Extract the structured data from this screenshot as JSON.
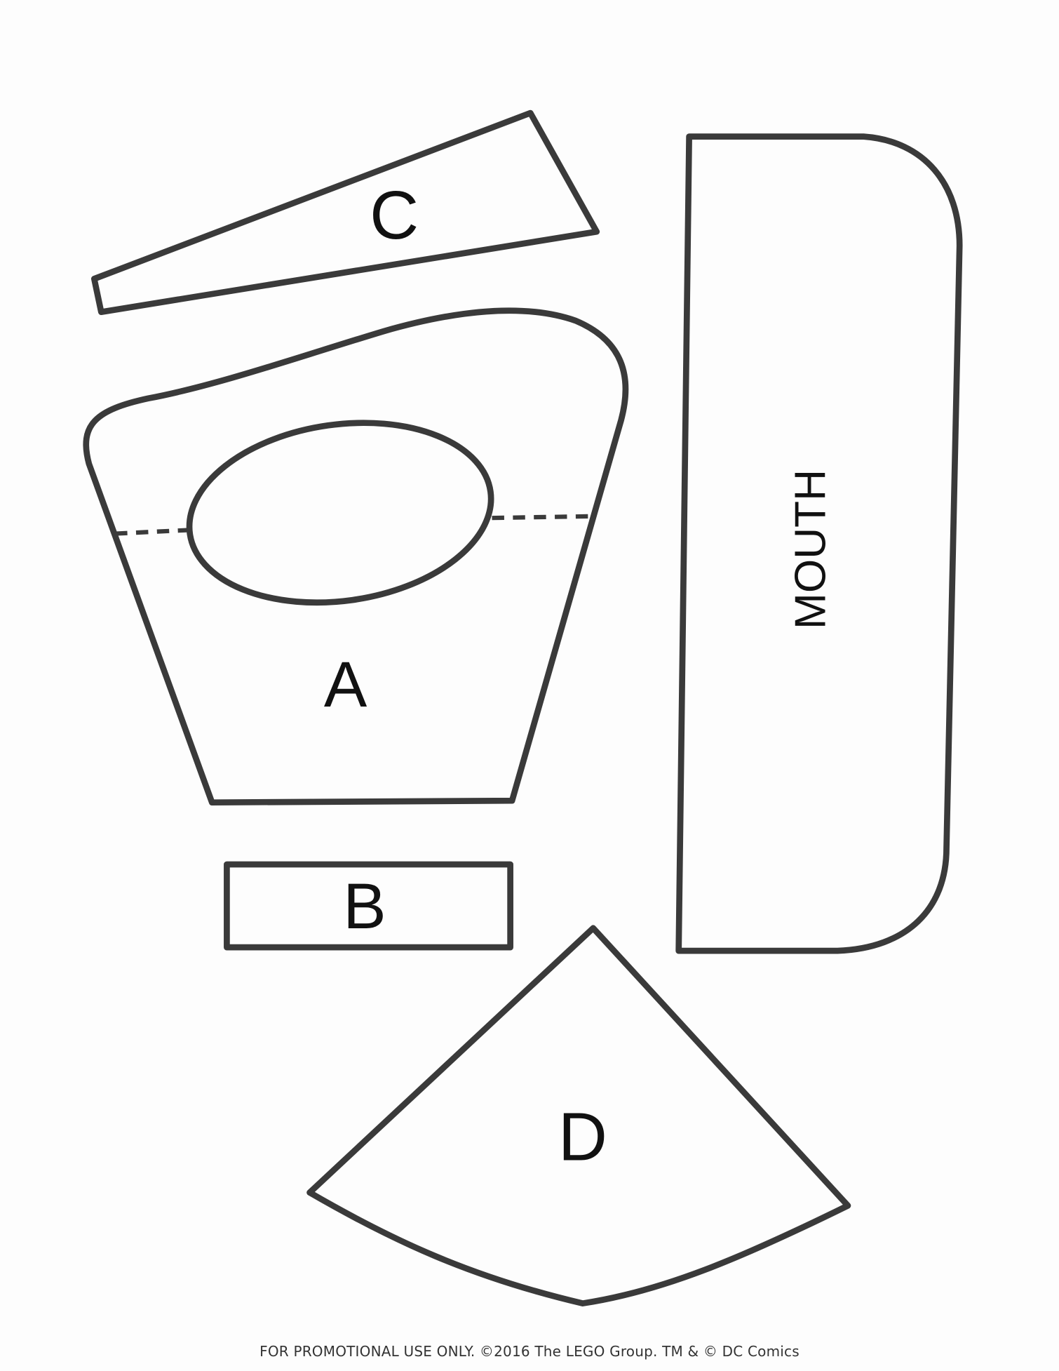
{
  "pieces": {
    "a": "A",
    "b": "B",
    "c": "C",
    "d": "D",
    "mouth": "MOUTH"
  },
  "footer": "FOR PROMOTIONAL USE ONLY. ©2016 The LEGO Group. TM & © DC Comics",
  "colors": {
    "outline": "#3a3a3a",
    "background": "#fdfdfd"
  }
}
